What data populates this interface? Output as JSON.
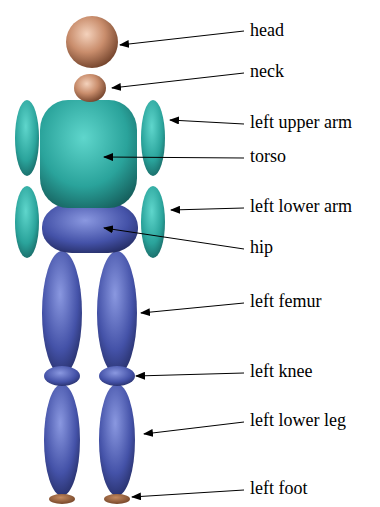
{
  "diagram": {
    "labels": [
      "head",
      "neck",
      "left upper arm",
      "torso",
      "left lower arm",
      "hip",
      "left femur",
      "left knee",
      "left lower leg",
      "left foot"
    ]
  }
}
